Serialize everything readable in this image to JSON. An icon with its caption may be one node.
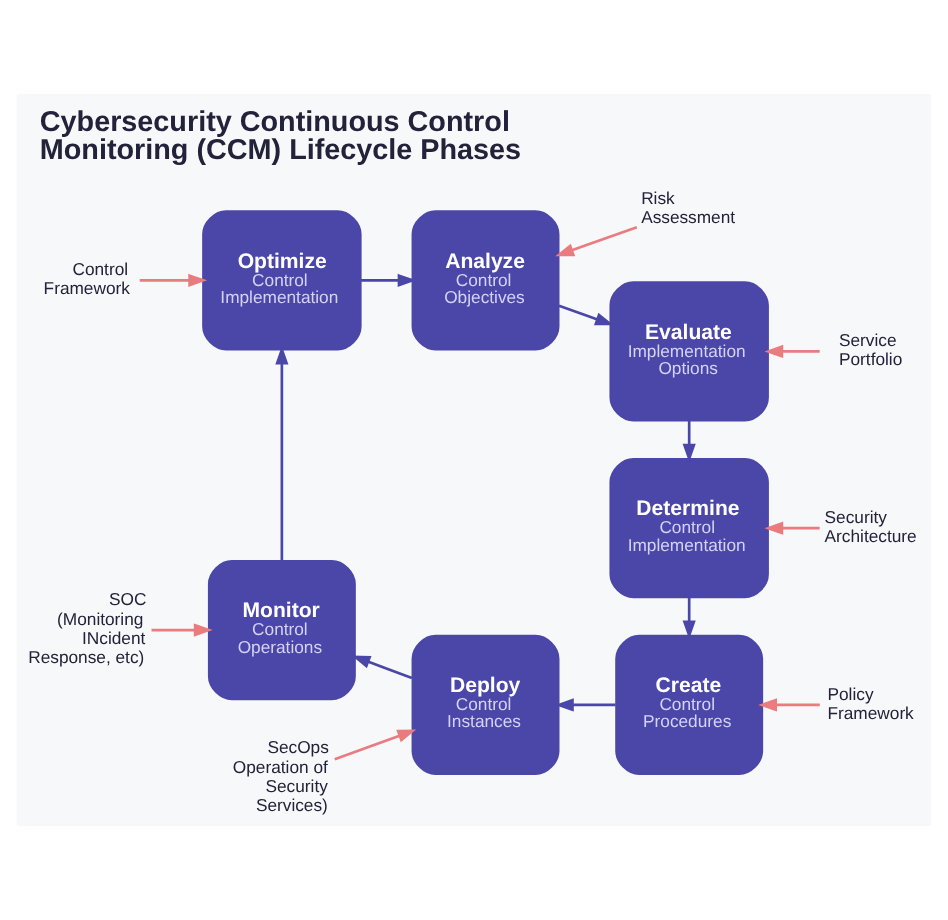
{
  "diagram": {
    "title": "Cybersecurity Continuous Control Monitoring (CCM) Lifecycle Phases",
    "nodes": [
      {
        "text": [
          "Analyze",
          "Control Objectives"
        ]
      },
      {
        "text": [
          "Risk Assessment"
        ]
      },
      {
        "text": [
          "Control Framework"
        ]
      },
      {
        "text": [
          "Optimize",
          "Control Implementation"
        ]
      },
      {
        "text": [
          "Evaluate",
          "Implementation Options"
        ]
      },
      {
        "text": [
          "Service Portfolio"
        ]
      },
      {
        "text": [
          "SOC (Monitoring INcident Response, etc)"
        ]
      },
      {
        "text": [
          "Monitor",
          "Control Operations"
        ]
      },
      {
        "text": [
          "Determine",
          "Control Implementation"
        ]
      },
      {
        "text": [
          "Security Architecture"
        ]
      },
      {
        "text": [
          "SecOps Operation of Security Services)"
        ]
      },
      {
        "text": [
          "Deploy",
          "Control Instances"
        ]
      },
      {
        "text": [
          "Create",
          "Control Procedures"
        ]
      },
      {
        "text": [
          "Policy Framework"
        ]
      }
    ],
    "edges": [
      {
        "from": 0,
        "to": 4,
        "arrow": "to"
      },
      {
        "from": 4,
        "to": 8,
        "arrow": "to"
      },
      {
        "from": 8,
        "to": 12,
        "arrow": "to"
      },
      {
        "from": 12,
        "to": 11,
        "arrow": "to"
      },
      {
        "from": 11,
        "to": 7,
        "arrow": "to"
      },
      {
        "from": 7,
        "to": 3,
        "arrow": "to"
      },
      {
        "from": 3,
        "to": 0,
        "arrow": "to"
      },
      {
        "from": 1,
        "to": 0,
        "arrow": "to",
        "color": "#ea7b7f"
      },
      {
        "from": 2,
        "to": 3,
        "arrow": "to",
        "color": "#ea7b7f"
      },
      {
        "from": 5,
        "to": 4,
        "arrow": "to",
        "color": "#ea7b7f"
      },
      {
        "from": 6,
        "to": 7,
        "arrow": "to",
        "color": "#ea7b7f"
      },
      {
        "from": 9,
        "to": 8,
        "arrow": "to",
        "color": "#ea7b7f"
      },
      {
        "from": 10,
        "to": 11,
        "arrow": "to",
        "color": "#ea7b7f"
      },
      {
        "from": 13,
        "to": 12,
        "arrow": "to",
        "color": "#ea7b7f"
      }
    ]
  }
}
